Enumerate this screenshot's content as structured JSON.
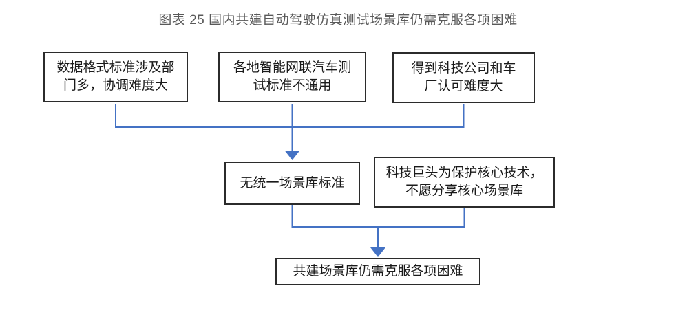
{
  "figure": {
    "title": "图表 25 国内共建自动驾驶仿真测试场景库仍需克服各项困难"
  },
  "colors": {
    "connector": "#4472C4",
    "box_border": "#2b2b2b",
    "box_text": "#1a1a1a",
    "title_text": "#595959",
    "background": "#ffffff"
  },
  "boxes": {
    "cause1": "数据格式标准涉及部\n门多，协调难度大",
    "cause2": "各地智能网联汽车测\n试标准不通用",
    "cause3": "得到科技公司和车\n厂认可难度大",
    "mid_left": "无统一场景库标准",
    "mid_right": "科技巨头为保护核心技术，\n不愿分享核心场景库",
    "result": "共建场景库仍需克服各项困难"
  }
}
